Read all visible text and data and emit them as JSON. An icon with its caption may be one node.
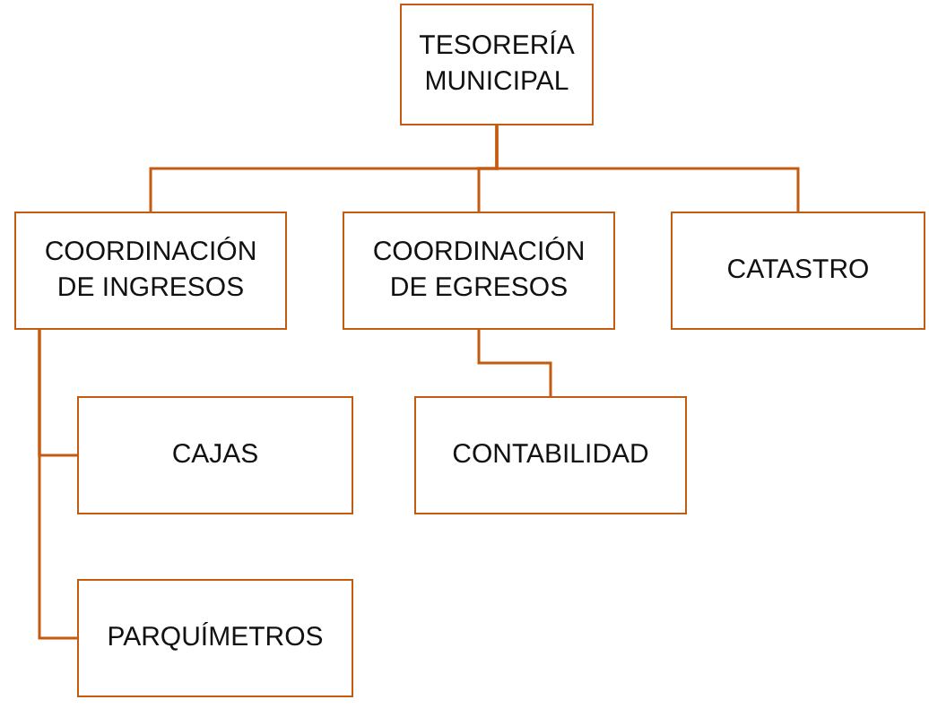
{
  "diagram": {
    "nodes": [
      {
        "text": [
          "TESORERÍA MUNICIPAL"
        ]
      },
      {
        "text": [
          "COORDINACIÓN DE INGRESOS"
        ]
      },
      {
        "text": [
          "COORDINACIÓN DE EGRESOS"
        ]
      },
      {
        "text": [
          "CATASTRO"
        ]
      },
      {
        "text": [
          "CAJAS"
        ]
      },
      {
        "text": [
          "CONTABILIDAD"
        ]
      },
      {
        "text": [
          "PARQUÍMETROS"
        ]
      }
    ],
    "edges": [
      {
        "from": 0,
        "to": 1,
        "arrow": "none"
      },
      {
        "from": 0,
        "to": 2,
        "arrow": "none"
      },
      {
        "from": 0,
        "to": 3,
        "arrow": "none"
      },
      {
        "from": 1,
        "to": 4,
        "arrow": "none"
      },
      {
        "from": 1,
        "to": 6,
        "arrow": "none"
      },
      {
        "from": 2,
        "to": 5,
        "arrow": "none"
      }
    ]
  }
}
